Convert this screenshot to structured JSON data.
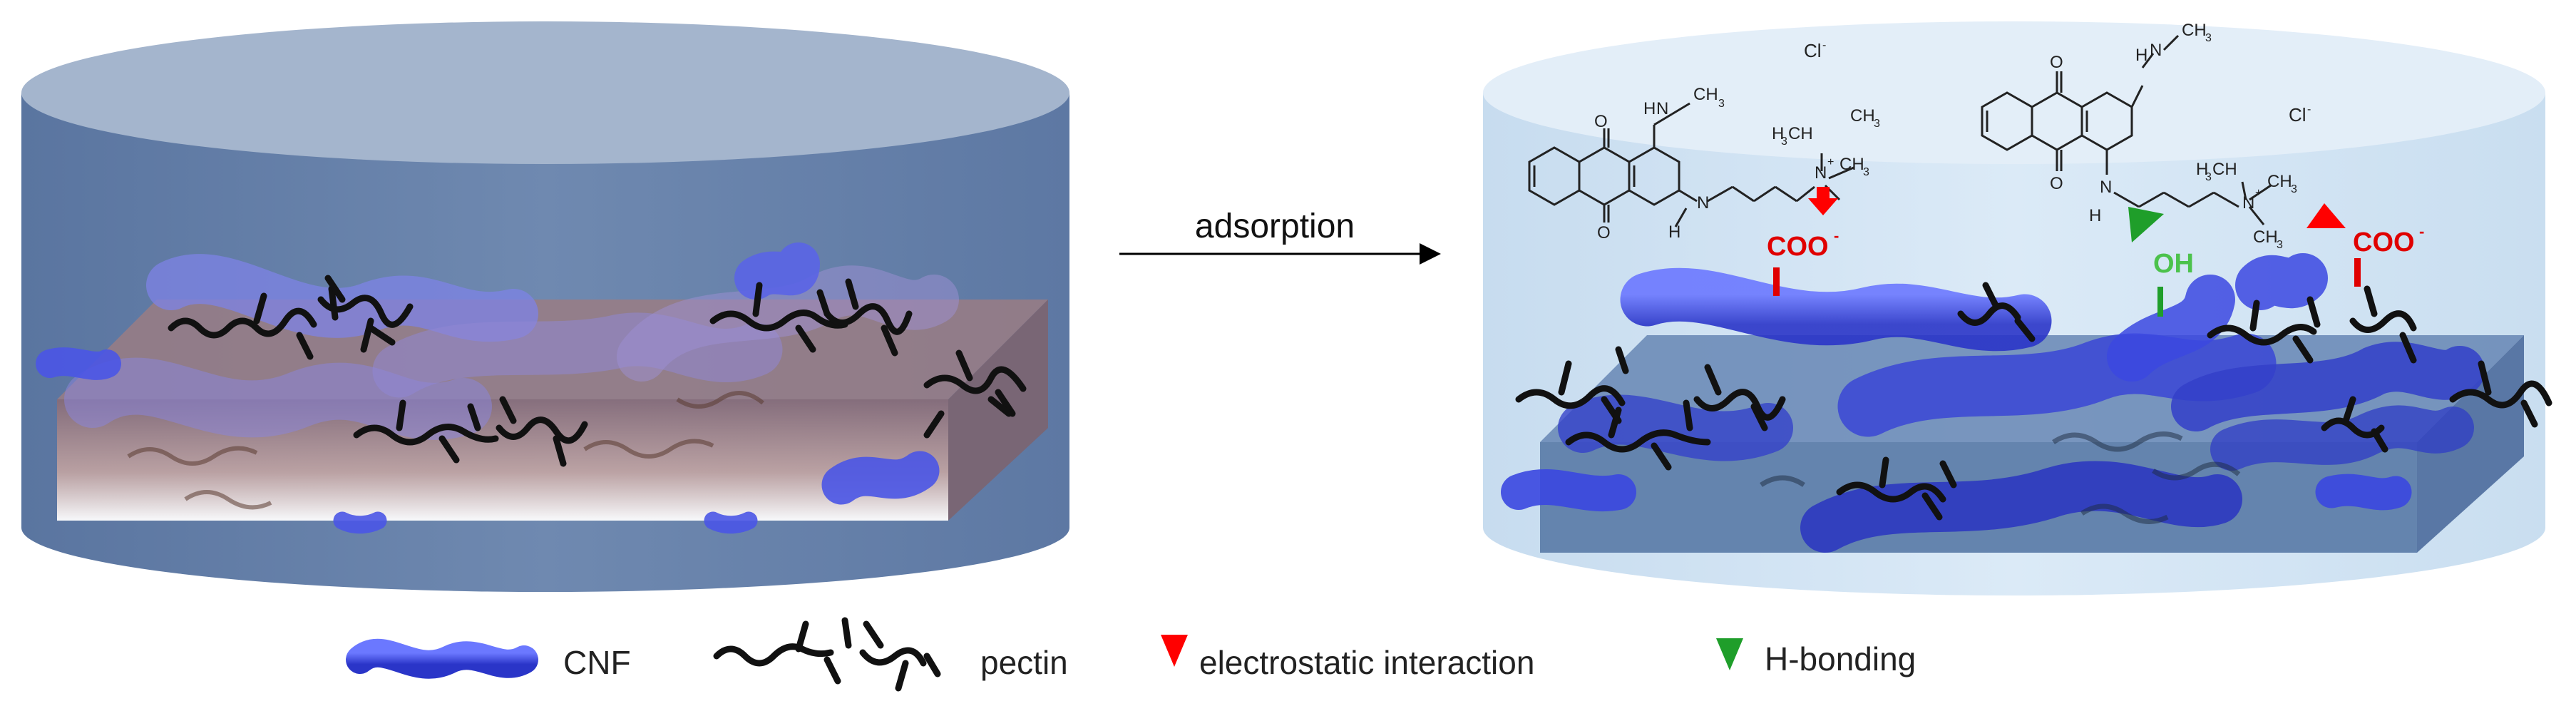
{
  "arrow": {
    "label": "adsorption"
  },
  "chemistry": {
    "chloride_left": "Cl",
    "chloride_right": "Cl",
    "chloride_charge": "-",
    "carboxylate": "COO",
    "carboxylate_charge": "-",
    "hydroxyl": "OH",
    "nh_methyl_n": "N",
    "h": "H",
    "ch3": "CH",
    "sub3": "3",
    "n_plus": "N",
    "plus": "+",
    "h3c": "H",
    "o": "O"
  },
  "legend": {
    "cnf_label": "CNF",
    "pectin_label": "pectin",
    "electrostatic_label": "electrostatic interaction",
    "hbond_label": "H-bonding"
  },
  "colors": {
    "cnf_blue": "#3f4fe0",
    "pectin_black": "#111111",
    "electrostatic_red": "#ff0000",
    "hbond_green": "#1f9e2a",
    "left_container": "#6d86ab",
    "right_container": "#cfe3f3"
  }
}
